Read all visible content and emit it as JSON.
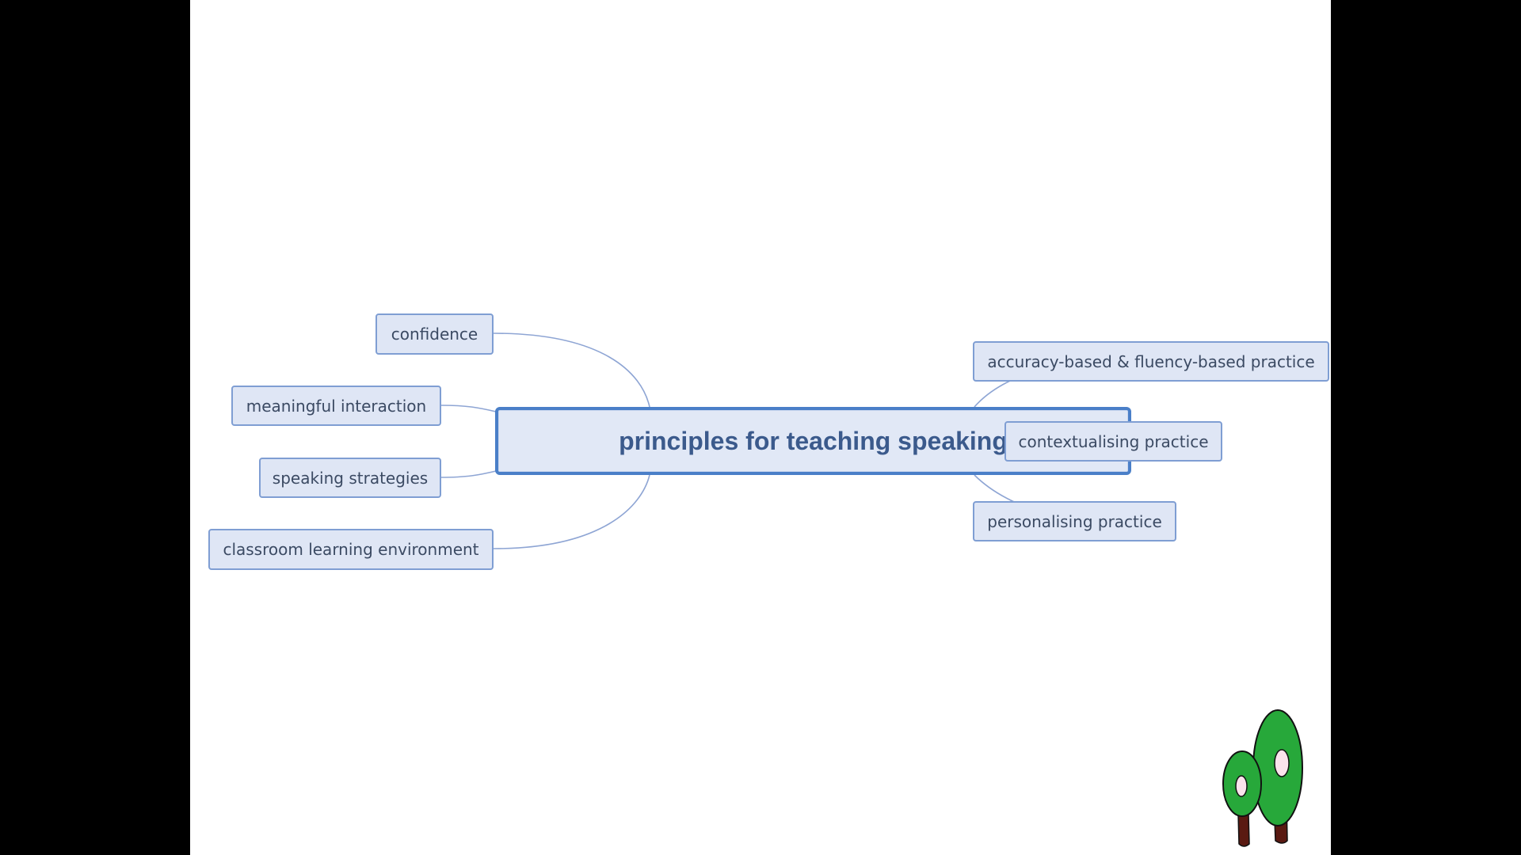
{
  "mindmap": {
    "central": "principles for teaching speaking",
    "left_branches": [
      "confidence",
      "meaningful interaction",
      "speaking strategies",
      "classroom learning environment"
    ],
    "right_branches": [
      "accuracy-based & fluency-based practice",
      "contextualising practice",
      "personalising practice"
    ]
  },
  "colors": {
    "node_fill": "#dfe6f5",
    "node_border": "#7f9ed3",
    "central_border": "#4a7fc8",
    "connector": "#8ea5d4",
    "tree_foliage": "#27a83a",
    "tree_trunk": "#5a1a12"
  }
}
